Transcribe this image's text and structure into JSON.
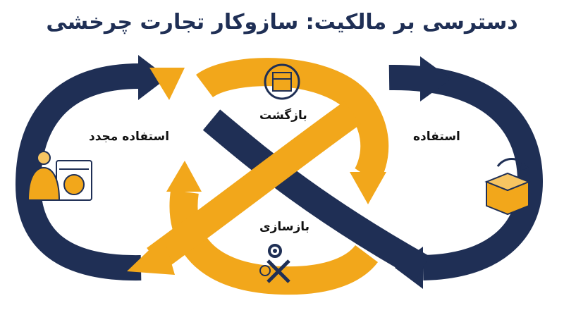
{
  "title": "دسترسی بر مالکیت: سازوکار تجارت چرخشی",
  "stages": {
    "reuse": "استفاده مجدد",
    "use": "استفاده",
    "return": "بازگشت",
    "refurbish": "بازسازی"
  },
  "colors": {
    "navy": "#1f2f55",
    "gold": "#f2a71b",
    "title": "#1f2f55"
  },
  "icons": [
    "box-cycle-icon",
    "open-box-icon",
    "person-washing-machine-icon",
    "gear-icon",
    "wrench-screwdriver-icon"
  ]
}
